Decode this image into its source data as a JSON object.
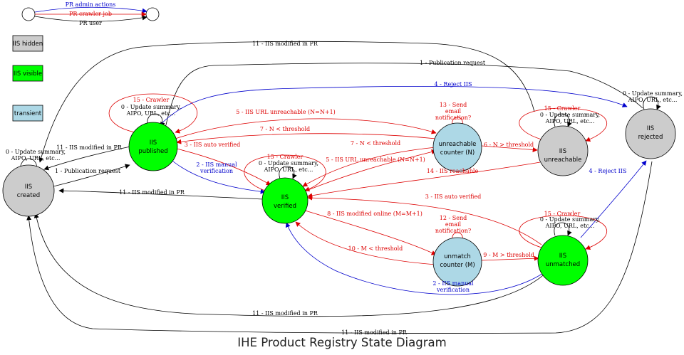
{
  "title": "IHE Product Registry State Diagram",
  "colors": {
    "hidden": "#cccccc",
    "visible": "#00ff00",
    "transient": "#add8e6",
    "admin": "#0000cc",
    "crawler": "#dd0000",
    "user": "#000000"
  },
  "legend": {
    "admin_actions": "PR admin actions",
    "crawler_job": "PR crawler job",
    "user": "PR user",
    "hidden": "IIS hidden",
    "visible": "IIS visible",
    "transient": "transient"
  },
  "nodes": {
    "created": [
      "IIS",
      "created"
    ],
    "published": [
      "IIS",
      "published"
    ],
    "verified": [
      "IIS",
      "verified"
    ],
    "unreach_counter": [
      "unreachable",
      "counter (N)"
    ],
    "unreachable": [
      "IIS",
      "unreachable"
    ],
    "rejected": [
      "IIS",
      "rejected"
    ],
    "unmatch_counter": [
      "unmatch",
      "counter (M)"
    ],
    "unmatched": [
      "IIS",
      "unmatched"
    ]
  },
  "edge_labels": {
    "modified_top": "11 - IIS modified in PR",
    "publication_request_top": "1 - Publication request",
    "reject_top": "4 - Reject IIS",
    "update_rejected": [
      "0 - Update summary,",
      "AIPO, URL, etc..."
    ],
    "update_created": [
      "0 - Update summary,",
      "AIPO, URL, etc..."
    ],
    "crawler_published": "15 - Crawler",
    "update_published": [
      "0 - Update summary,",
      "AIPO, URL, etc..."
    ],
    "url_unreach_pub": "5 - IIS URL unreachable (N=N+1)",
    "n_lt_threshold_pub": "7 - N < threshold",
    "send_email_1": [
      "13 - Send",
      "email",
      "notification?"
    ],
    "crawler_unreachable": "15 - Crawler",
    "update_unreachable": [
      "0 - Update summary,",
      "AIPO, URL, etc..."
    ],
    "modified_pub_created": "11 - IIS modified in PR",
    "publication_request": "1 - Publication request",
    "auto_verified_pub": "3 - IIS auto verified",
    "manual_verification_pub": [
      "2 - IIS manual",
      "verification"
    ],
    "crawler_verified": "15 - Crawler",
    "update_verified": [
      "0 - Update summary,",
      "AIPO, URL, etc..."
    ],
    "n_lt_threshold_ver": "7 - N < threshold",
    "n_gt_threshold": "6 - N > threshold",
    "url_unreach_ver": "5 - IIS URL unreachable (N=N+1)",
    "reachable": "14 - IIS reachable",
    "modified_ver_created": "11 - IIS modified in PR",
    "auto_verified_unm": "3 - IIS auto verified",
    "reject_unmatched": "4 - Reject IIS",
    "modified_online": "8 - IIS modified online (M=M+1)",
    "send_email_2": [
      "12 - Send",
      "email",
      "notification?"
    ],
    "crawler_unmatched": "15 - Crawler",
    "update_unmatched": [
      "0 - Update summary,",
      "AIPO, URL, etc..."
    ],
    "m_lt_threshold": "10 - M < threshold",
    "m_gt_threshold": "9 - M > threshold",
    "manual_verification_unm": [
      "2 - IIS manual",
      "verification"
    ],
    "modified_bottom_1": "11 - IIS modified in PR",
    "modified_bottom_2": "11 - IIS modified in PR"
  }
}
